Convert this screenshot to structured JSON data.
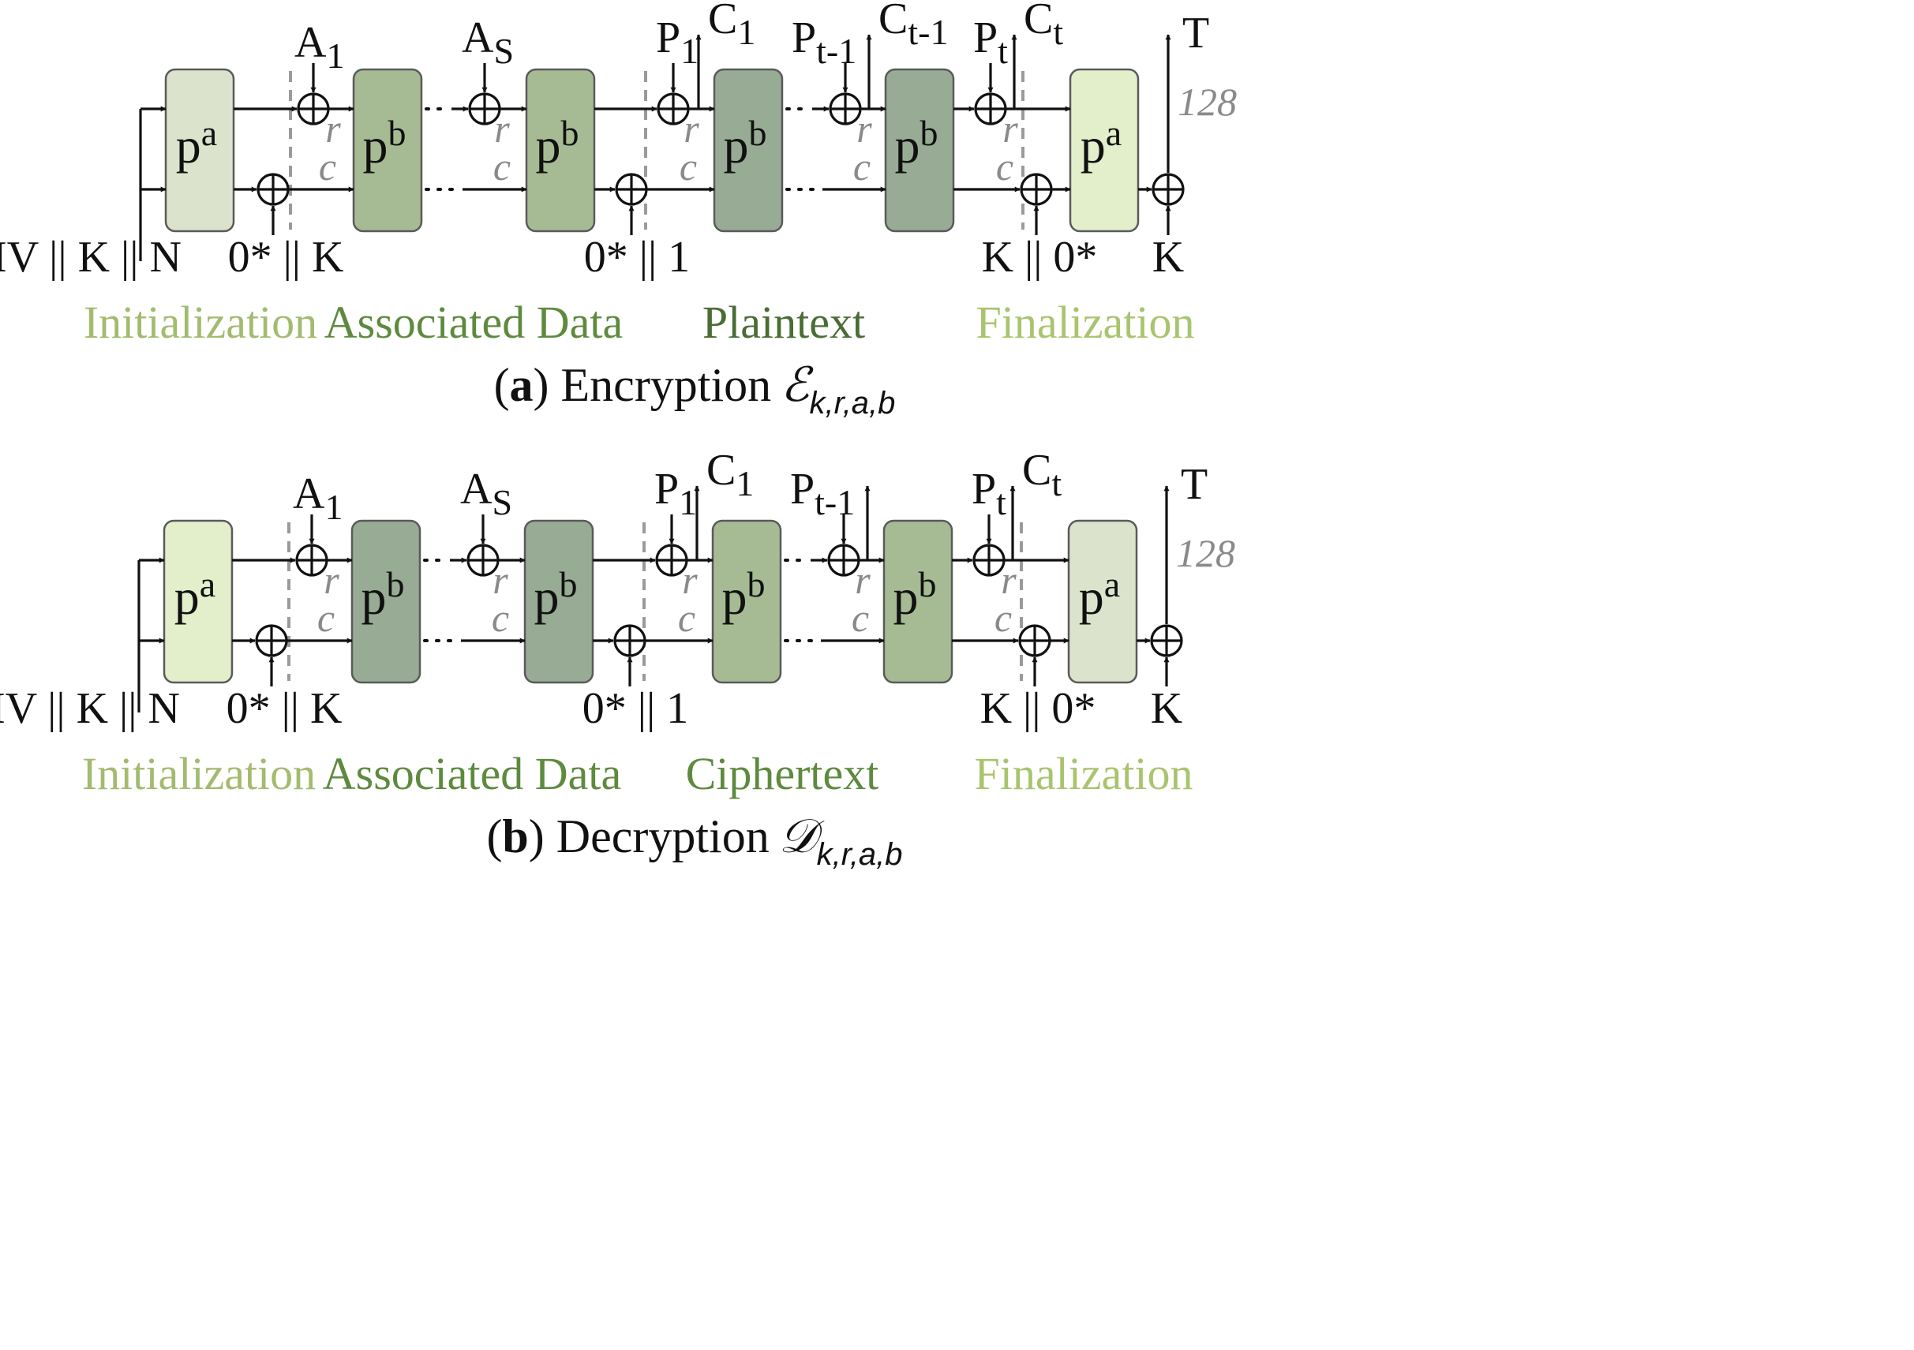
{
  "colors": {
    "init_label": "#a3bb6e",
    "ad_label": "#5e8a3e",
    "text_label": "#4a6d34",
    "final_label": "#a9c46e",
    "block_very_light": "#e3eecb",
    "block_light": "#dbe3cd",
    "block_mid": "#a6bb94",
    "block_dark": "#98ab95"
  },
  "panels": [
    {
      "id": "encryption",
      "caption_prefix": "a",
      "caption_word": "Encryption",
      "caption_symbol": "ℰ",
      "caption_subscript": "k,r,a,b",
      "input_label": "IV || K || N",
      "key_inject_label": "0* || K",
      "domain_sep_label": "0* || 1",
      "final_key_label": "K || 0*",
      "tag_key_label": "K",
      "tag_label": "T",
      "tag_bits": "128",
      "rate_label": "r",
      "capacity_label": "c",
      "blocks": [
        {
          "main": "p",
          "sup": "a",
          "fill": "block_light"
        },
        {
          "main": "p",
          "sup": "b",
          "fill": "block_mid"
        },
        {
          "main": "p",
          "sup": "b",
          "fill": "block_mid"
        },
        {
          "main": "p",
          "sup": "b",
          "fill": "block_dark"
        },
        {
          "main": "p",
          "sup": "b",
          "fill": "block_dark"
        },
        {
          "main": "p",
          "sup": "a",
          "fill": "block_very_light"
        }
      ],
      "inputs": [
        {
          "main": "A",
          "sub": "1"
        },
        {
          "main": "A",
          "sub": "S"
        },
        {
          "main": "P",
          "sub": "1"
        },
        {
          "main": "P",
          "sub": "t-1"
        },
        {
          "main": "P",
          "sub": "t"
        }
      ],
      "outputs": [
        {
          "main": "C",
          "sub": "1"
        },
        {
          "main": "C",
          "sub": "t-1"
        },
        {
          "main": "C",
          "sub": "t"
        }
      ],
      "phases": [
        {
          "label": "Initialization",
          "color": "init_label"
        },
        {
          "label": "Associated Data",
          "color": "ad_label"
        },
        {
          "label": "Plaintext",
          "color": "text_label"
        },
        {
          "label": "Finalization",
          "color": "final_label"
        }
      ]
    },
    {
      "id": "decryption",
      "caption_prefix": "b",
      "caption_word": "Decryption",
      "caption_symbol": "𝒟",
      "caption_subscript": "k,r,a,b",
      "input_label": "IV || K || N",
      "key_inject_label": "0* || K",
      "domain_sep_label": "0* || 1",
      "final_key_label": "K || 0*",
      "tag_key_label": "K",
      "tag_label": "T",
      "tag_bits": "128",
      "rate_label": "r",
      "capacity_label": "c",
      "blocks": [
        {
          "main": "p",
          "sup": "a",
          "fill": "block_very_light"
        },
        {
          "main": "p",
          "sup": "b",
          "fill": "block_dark"
        },
        {
          "main": "p",
          "sup": "b",
          "fill": "block_dark"
        },
        {
          "main": "p",
          "sup": "b",
          "fill": "block_mid"
        },
        {
          "main": "p",
          "sup": "b",
          "fill": "block_mid"
        },
        {
          "main": "p",
          "sup": "a",
          "fill": "block_light"
        }
      ],
      "inputs": [
        {
          "main": "A",
          "sub": "1"
        },
        {
          "main": "A",
          "sub": "S"
        },
        {
          "main": "P",
          "sub": "1"
        },
        {
          "main": "P",
          "sub": "t-1"
        },
        {
          "main": "P",
          "sub": "t"
        }
      ],
      "outputs": [
        {
          "main": "C",
          "sub": "1"
        },
        {
          "main": "",
          "sub": ""
        },
        {
          "main": "C",
          "sub": "t"
        }
      ],
      "phases": [
        {
          "label": "Initialization",
          "color": "init_label"
        },
        {
          "label": "Associated Data",
          "color": "ad_label"
        },
        {
          "label": "Ciphertext",
          "color": "ad_label"
        },
        {
          "label": "Finalization",
          "color": "final_label"
        }
      ]
    }
  ]
}
